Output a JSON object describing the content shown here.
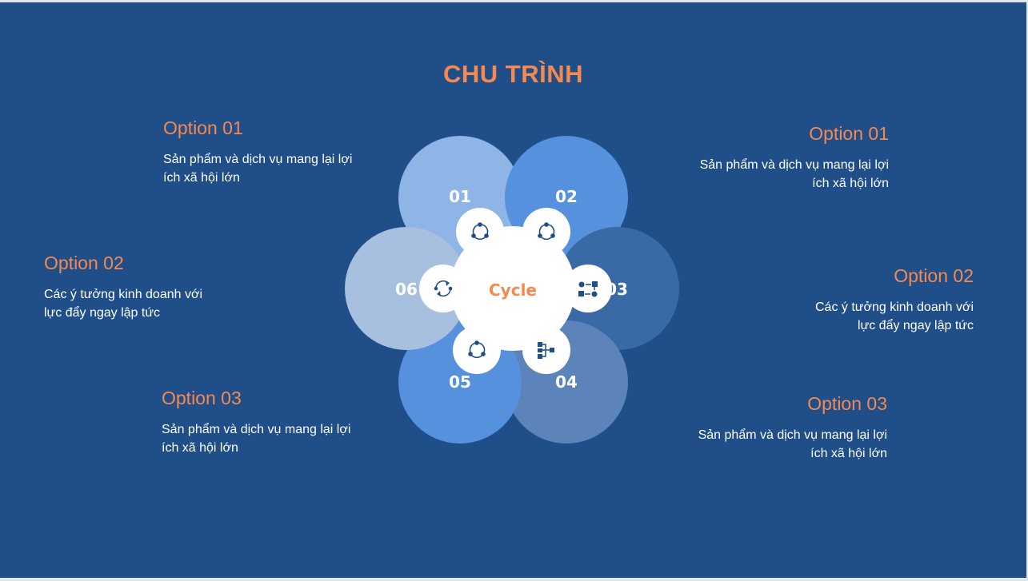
{
  "title": "CHU TRÌNH",
  "center_label": "Cycle",
  "colors": {
    "background": "#1f4e89",
    "accent": "#f5894f",
    "text": "#ffffff",
    "icon": "#1f4e89"
  },
  "petals": [
    {
      "num": "01",
      "color": "#8fb4e6",
      "icon": "cycle-icon"
    },
    {
      "num": "02",
      "color": "#5591dc",
      "icon": "cycle-icon"
    },
    {
      "num": "03",
      "color": "#3a6aa6",
      "icon": "process-flow-icon"
    },
    {
      "num": "04",
      "color": "#5c84bb",
      "icon": "hierarchy-icon"
    },
    {
      "num": "05",
      "color": "#5591dc",
      "icon": "cycle-icon"
    },
    {
      "num": "06",
      "color": "#a8c0df",
      "icon": "refresh-cycle-icon"
    }
  ],
  "left_options": [
    {
      "title": "Option 01",
      "text_lines": [
        "Sản phẩm và dịch vụ mang lại lợi",
        "ích xã hội lớn"
      ]
    },
    {
      "title": "Option 02",
      "text_lines": [
        "Các ý tưởng kinh doanh với",
        "lực đẩy ngay lập tức"
      ]
    },
    {
      "title": "Option 03",
      "text_lines": [
        "Sản phẩm và dịch vụ mang lại lợi",
        "ích xã hội lớn"
      ]
    }
  ],
  "right_options": [
    {
      "title": "Option 01",
      "text_lines": [
        "Sản phẩm và dịch vụ mang lại lợi",
        "ích xã hội lớn"
      ]
    },
    {
      "title": "Option 02",
      "text_lines": [
        "Các ý tưởng kinh doanh với",
        "lực đẩy ngay lập tức"
      ]
    },
    {
      "title": "Option 03",
      "text_lines": [
        "Sản phẩm và dịch vụ mang lại lợi",
        "ích xã hội lớn"
      ]
    }
  ]
}
